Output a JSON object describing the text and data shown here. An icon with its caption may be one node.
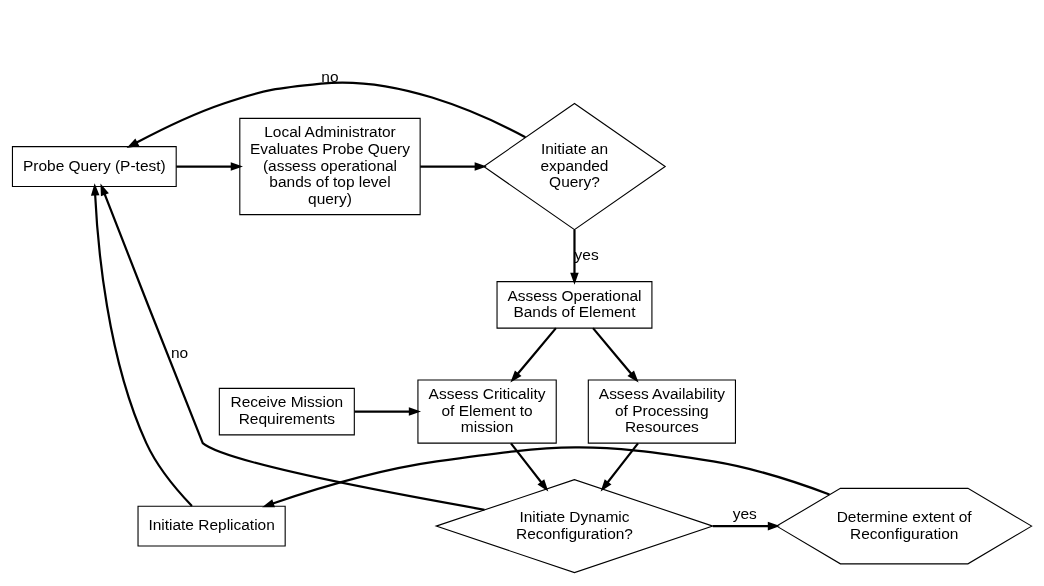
{
  "diagram": {
    "nodes": [
      {
        "text": [
          "Probe Query (P-test)"
        ]
      },
      {
        "text": [
          "Local Administrator Evaluates Probe Query (assess operational bands of top level query)"
        ]
      },
      {
        "text": [
          "Initiate an expanded Query?"
        ]
      },
      {
        "text": [
          "Assess Operational Bands of Element"
        ]
      },
      {
        "text": [
          "Receive Mission Requirements"
        ]
      },
      {
        "text": [
          "Assess Criticality of Element to mission"
        ]
      },
      {
        "text": [
          "Assess Availability of Processing Resources"
        ]
      },
      {
        "text": [
          "Initiate Replication"
        ]
      },
      {
        "text": [
          "Determine extent of Reconfiguration"
        ]
      },
      {
        "text": [
          "Initiate Dynamic Reconfiguration?"
        ]
      }
    ],
    "edges": [
      {
        "from": 0,
        "to": 1,
        "arrow": "to"
      },
      {
        "from": 1,
        "to": 2,
        "arrow": "to"
      },
      {
        "from": 2,
        "to": 0,
        "arrow": "to",
        "label": "no"
      },
      {
        "from": 2,
        "to": 3,
        "arrow": "to",
        "label": "yes"
      },
      {
        "from": 3,
        "to": 5,
        "arrow": "to"
      },
      {
        "from": 3,
        "to": 6,
        "arrow": "to"
      },
      {
        "from": 4,
        "to": 5,
        "arrow": "to"
      },
      {
        "from": 5,
        "to": 9,
        "arrow": "to"
      },
      {
        "from": 6,
        "to": 9,
        "arrow": "to"
      },
      {
        "from": 9,
        "to": 8,
        "arrow": "to",
        "label": "yes"
      },
      {
        "from": 8,
        "to": 7,
        "arrow": "to"
      },
      {
        "from": 7,
        "to": 0,
        "arrow": "to"
      },
      {
        "from": 9,
        "to": 0,
        "arrow": "to",
        "label": "no"
      }
    ]
  }
}
